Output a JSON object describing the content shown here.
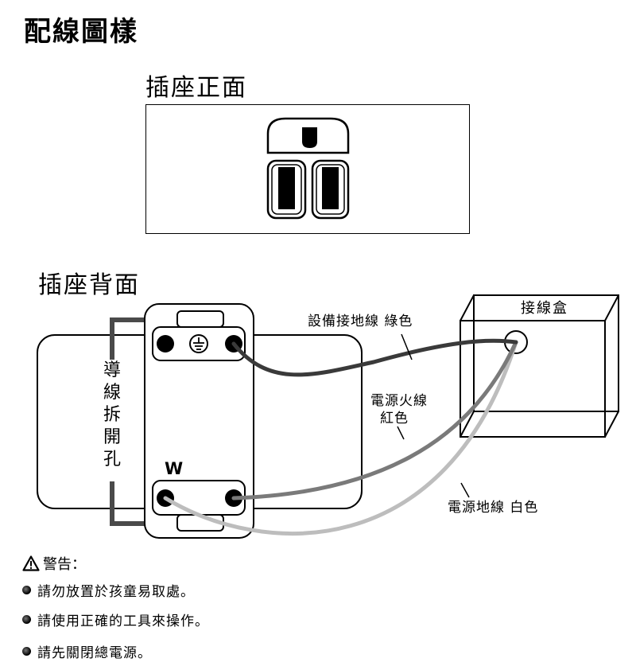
{
  "title": "配線圖樣",
  "front": {
    "title": "插座正面"
  },
  "back": {
    "title": "插座背面",
    "knockout_label": [
      "導",
      "線",
      "拆",
      "開",
      "孔"
    ],
    "terminal_label": "W",
    "junction_box_label": "接線盒",
    "wires": {
      "ground": {
        "label": "設備接地線 綠色",
        "color": "#3a3a3a"
      },
      "hot": {
        "label_line1": "電源火線",
        "label_line2": "紅色",
        "color": "#7a7a7a"
      },
      "neutral": {
        "label": "電源地線 白色",
        "color": "#bdbdbd"
      }
    }
  },
  "warning": {
    "label": "警告：",
    "items": [
      "請勿放置於孩童易取處。",
      "請使用正確的工具來操作。",
      "請先關閉總電源。"
    ]
  }
}
